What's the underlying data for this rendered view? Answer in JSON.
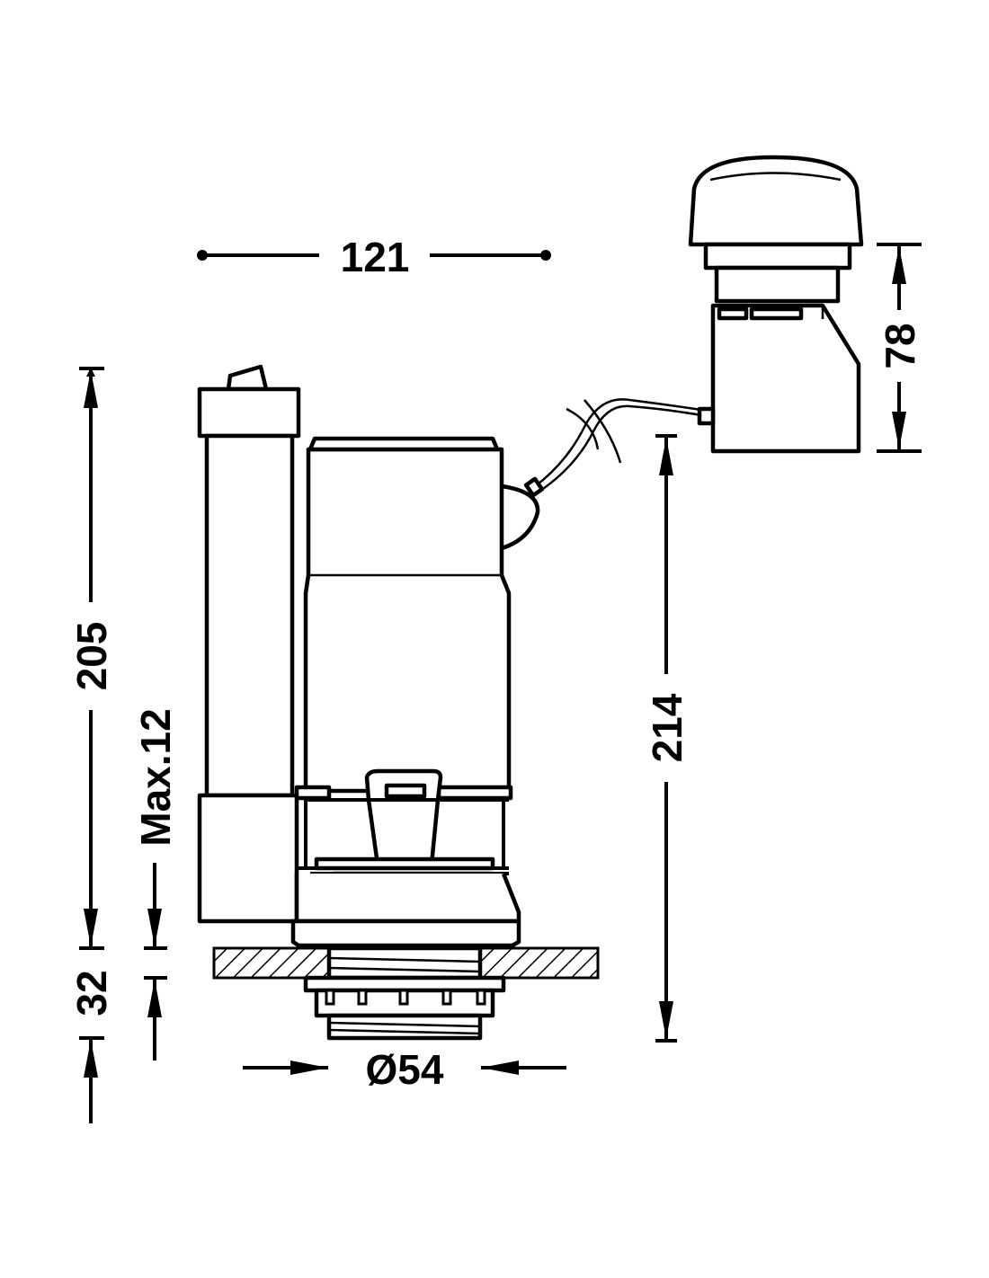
{
  "dimensions": {
    "width_top": "121",
    "height_total": "205",
    "max_thickness": "Max.12",
    "below_floor": "32",
    "height_button": "214",
    "button_height": "78",
    "diameter": "Ø54"
  },
  "colors": {
    "line": "#000000",
    "background": "#ffffff"
  }
}
